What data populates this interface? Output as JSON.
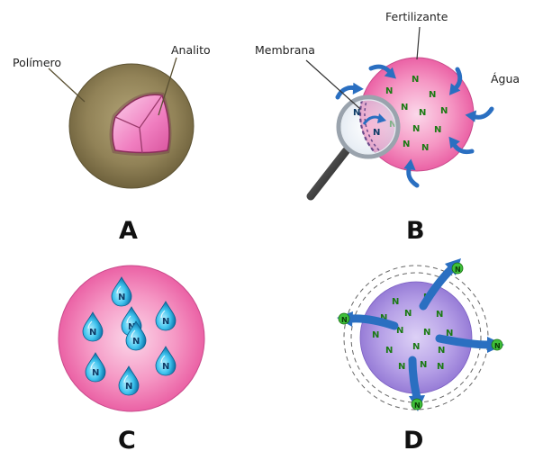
{
  "panels": {
    "a": {
      "letter": "A",
      "label_polymer": "Polímero",
      "label_analyte": "Analito"
    },
    "b": {
      "letter": "B",
      "label_membrane": "Membrana",
      "label_fertilizer": "Fertilizante",
      "label_water": "Água"
    },
    "c": {
      "letter": "C"
    },
    "d": {
      "letter": "D"
    }
  },
  "symbols": {
    "nutrient": "N"
  },
  "colors": {
    "polymer": "#8a7b4c",
    "analyte": "#f07ec0",
    "capsule_pink": "#f276b2",
    "capsule_purple": "#a98fe0",
    "arrow_blue": "#2a6fc1",
    "nutrient_green": "#1a7a12"
  }
}
